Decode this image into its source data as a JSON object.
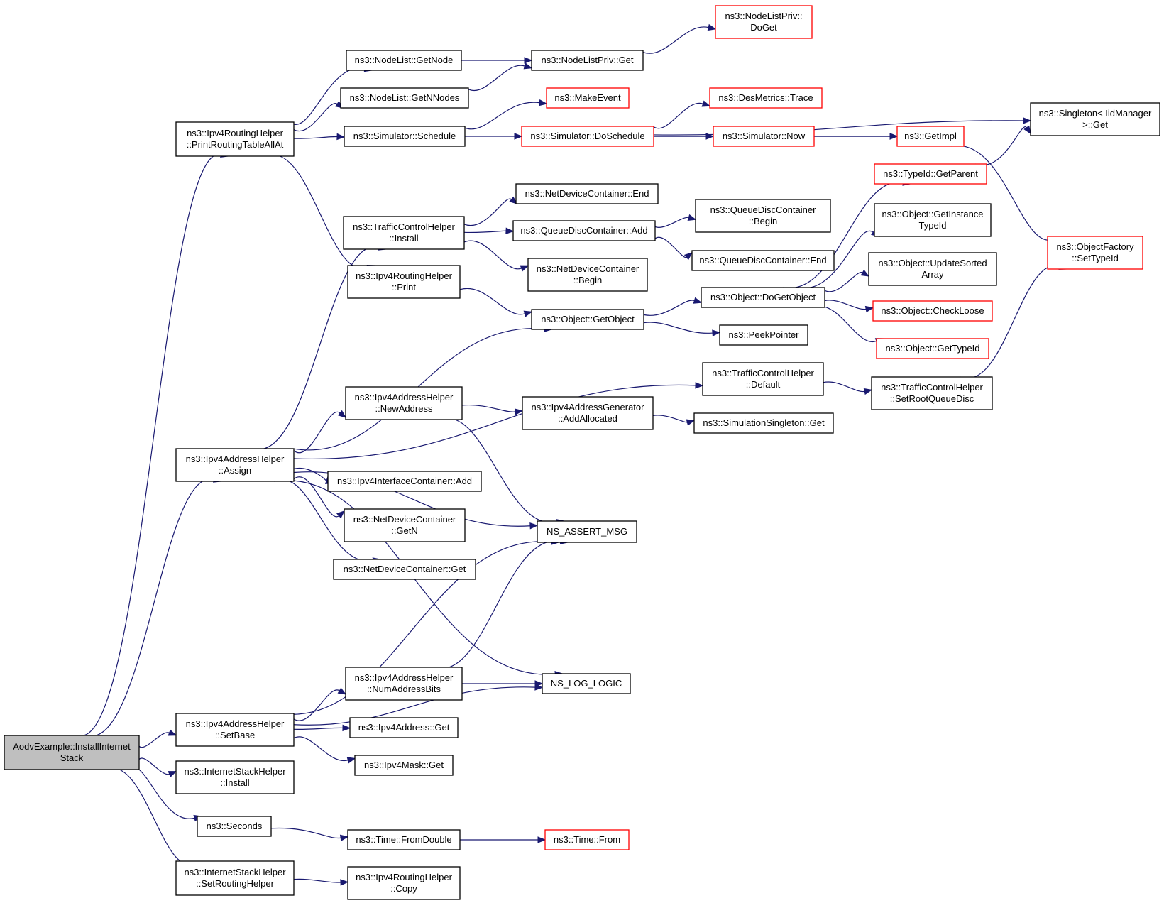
{
  "colors": {
    "edge": "#191970",
    "border_normal": "#000000",
    "border_truncated": "#ff0000",
    "root_fill": "#bfbfbf",
    "node_fill": "#ffffff"
  },
  "nodes": [
    {
      "id": "aodv_install",
      "lines": [
        "AodvExample::InstallInternet",
        "Stack"
      ],
      "style": "root"
    },
    {
      "id": "ipv4rh_printall",
      "lines": [
        "ns3::Ipv4RoutingHelper",
        "::PrintRoutingTableAllAt"
      ],
      "style": "normal"
    },
    {
      "id": "ipv4ah_assign",
      "lines": [
        "ns3::Ipv4AddressHelper",
        "::Assign"
      ],
      "style": "normal"
    },
    {
      "id": "ipv4ah_setbase",
      "lines": [
        "ns3::Ipv4AddressHelper",
        "::SetBase"
      ],
      "style": "normal"
    },
    {
      "id": "ish_install",
      "lines": [
        "ns3::InternetStackHelper",
        "::Install"
      ],
      "style": "normal"
    },
    {
      "id": "seconds",
      "lines": [
        "ns3::Seconds"
      ],
      "style": "normal"
    },
    {
      "id": "ish_setrouting",
      "lines": [
        "ns3::InternetStackHelper",
        "::SetRoutingHelper"
      ],
      "style": "normal"
    },
    {
      "id": "nodelist_getnode",
      "lines": [
        "ns3::NodeList::GetNode"
      ],
      "style": "normal"
    },
    {
      "id": "nodelist_getnnodes",
      "lines": [
        "ns3::NodeList::GetNNodes"
      ],
      "style": "normal"
    },
    {
      "id": "sim_schedule",
      "lines": [
        "ns3::Simulator::Schedule"
      ],
      "style": "normal"
    },
    {
      "id": "tch_install",
      "lines": [
        "ns3::TrafficControlHelper",
        "::Install"
      ],
      "style": "normal"
    },
    {
      "id": "ipv4rh_print",
      "lines": [
        "ns3::Ipv4RoutingHelper",
        "::Print"
      ],
      "style": "normal"
    },
    {
      "id": "ipv4ah_newaddress",
      "lines": [
        "ns3::Ipv4AddressHelper",
        "::NewAddress"
      ],
      "style": "normal"
    },
    {
      "id": "ipv4ic_add",
      "lines": [
        "ns3::Ipv4InterfaceContainer::Add"
      ],
      "style": "normal"
    },
    {
      "id": "ndc_getn",
      "lines": [
        "ns3::NetDeviceContainer",
        "::GetN"
      ],
      "style": "normal"
    },
    {
      "id": "ndc_get",
      "lines": [
        "ns3::NetDeviceContainer::Get"
      ],
      "style": "normal"
    },
    {
      "id": "ipv4ah_numaddrbits",
      "lines": [
        "ns3::Ipv4AddressHelper",
        "::NumAddressBits"
      ],
      "style": "normal"
    },
    {
      "id": "ipv4addr_get",
      "lines": [
        "ns3::Ipv4Address::Get"
      ],
      "style": "normal"
    },
    {
      "id": "ipv4mask_get",
      "lines": [
        "ns3::Ipv4Mask::Get"
      ],
      "style": "normal"
    },
    {
      "id": "time_fromdouble",
      "lines": [
        "ns3::Time::FromDouble"
      ],
      "style": "normal"
    },
    {
      "id": "ipv4rh_copy",
      "lines": [
        "ns3::Ipv4RoutingHelper",
        "::Copy"
      ],
      "style": "normal"
    },
    {
      "id": "nodelistpriv_get",
      "lines": [
        "ns3::NodeListPriv::Get"
      ],
      "style": "normal"
    },
    {
      "id": "makeevent",
      "lines": [
        "ns3::MakeEvent"
      ],
      "style": "truncated"
    },
    {
      "id": "sim_doschedule",
      "lines": [
        "ns3::Simulator::DoSchedule"
      ],
      "style": "truncated"
    },
    {
      "id": "ndc_end",
      "lines": [
        "ns3::NetDeviceContainer::End"
      ],
      "style": "normal"
    },
    {
      "id": "qdc_add",
      "lines": [
        "ns3::QueueDiscContainer::Add"
      ],
      "style": "normal"
    },
    {
      "id": "ndc_begin",
      "lines": [
        "ns3::NetDeviceContainer",
        "::Begin"
      ],
      "style": "normal"
    },
    {
      "id": "object_getobject",
      "lines": [
        "ns3::Object::GetObject"
      ],
      "style": "normal"
    },
    {
      "id": "ipv4ag_addallocated",
      "lines": [
        "ns3::Ipv4AddressGenerator",
        "::AddAllocated"
      ],
      "style": "normal"
    },
    {
      "id": "ns_assert_msg",
      "lines": [
        "NS_ASSERT_MSG"
      ],
      "style": "normal"
    },
    {
      "id": "ns_log_logic",
      "lines": [
        "NS_LOG_LOGIC"
      ],
      "style": "normal"
    },
    {
      "id": "time_from",
      "lines": [
        "ns3::Time::From"
      ],
      "style": "truncated"
    },
    {
      "id": "nodelistpriv_doget",
      "lines": [
        "ns3::NodeListPriv::",
        "DoGet"
      ],
      "style": "truncated"
    },
    {
      "id": "desmetrics_trace",
      "lines": [
        "ns3::DesMetrics::Trace"
      ],
      "style": "truncated"
    },
    {
      "id": "sim_now",
      "lines": [
        "ns3::Simulator::Now"
      ],
      "style": "truncated"
    },
    {
      "id": "qdc_begin",
      "lines": [
        "ns3::QueueDiscContainer",
        "::Begin"
      ],
      "style": "normal"
    },
    {
      "id": "qdc_end",
      "lines": [
        "ns3::QueueDiscContainer::End"
      ],
      "style": "normal"
    },
    {
      "id": "object_dogetobject",
      "lines": [
        "ns3::Object::DoGetObject"
      ],
      "style": "normal"
    },
    {
      "id": "peekpointer",
      "lines": [
        "ns3::PeekPointer"
      ],
      "style": "normal"
    },
    {
      "id": "tch_default",
      "lines": [
        "ns3::TrafficControlHelper",
        "::Default"
      ],
      "style": "normal"
    },
    {
      "id": "simsingleton_get",
      "lines": [
        "ns3::SimulationSingleton::Get"
      ],
      "style": "normal"
    },
    {
      "id": "getimpl",
      "lines": [
        "ns3::GetImpl"
      ],
      "style": "truncated"
    },
    {
      "id": "typeid_getparent",
      "lines": [
        "ns3::TypeId::GetParent"
      ],
      "style": "truncated"
    },
    {
      "id": "object_getinstancetypeid",
      "lines": [
        "ns3::Object::GetInstance",
        "TypeId"
      ],
      "style": "normal"
    },
    {
      "id": "object_updatesortedarray",
      "lines": [
        "ns3::Object::UpdateSorted",
        "Array"
      ],
      "style": "normal"
    },
    {
      "id": "object_checkloose",
      "lines": [
        "ns3::Object::CheckLoose"
      ],
      "style": "truncated"
    },
    {
      "id": "object_gettypeid",
      "lines": [
        "ns3::Object::GetTypeId"
      ],
      "style": "truncated"
    },
    {
      "id": "tch_setrootqueuedisc",
      "lines": [
        "ns3::TrafficControlHelper",
        "::SetRootQueueDisc"
      ],
      "style": "normal"
    },
    {
      "id": "singleton_iidmanager_get",
      "lines": [
        "ns3::Singleton< IidManager",
        " >::Get"
      ],
      "style": "normal"
    },
    {
      "id": "objectfactory_settypeid",
      "lines": [
        "ns3::ObjectFactory",
        "::SetTypeId"
      ],
      "style": "truncated"
    }
  ],
  "edges": [
    [
      "aodv_install",
      "ipv4rh_printall"
    ],
    [
      "aodv_install",
      "ipv4ah_assign"
    ],
    [
      "aodv_install",
      "ipv4ah_setbase"
    ],
    [
      "aodv_install",
      "ish_install"
    ],
    [
      "aodv_install",
      "seconds"
    ],
    [
      "aodv_install",
      "ish_setrouting"
    ],
    [
      "ipv4rh_printall",
      "nodelist_getnode"
    ],
    [
      "ipv4rh_printall",
      "nodelist_getnnodes"
    ],
    [
      "ipv4rh_printall",
      "sim_schedule"
    ],
    [
      "ipv4rh_printall",
      "ipv4rh_print"
    ],
    [
      "nodelist_getnode",
      "nodelistpriv_get"
    ],
    [
      "nodelist_getnnodes",
      "nodelistpriv_get"
    ],
    [
      "nodelistpriv_get",
      "nodelistpriv_doget"
    ],
    [
      "sim_schedule",
      "makeevent"
    ],
    [
      "sim_schedule",
      "sim_doschedule"
    ],
    [
      "sim_doschedule",
      "singleton_iidmanager_get"
    ],
    [
      "sim_doschedule",
      "desmetrics_trace"
    ],
    [
      "sim_doschedule",
      "sim_now"
    ],
    [
      "sim_doschedule",
      "getimpl"
    ],
    [
      "sim_now",
      "getimpl"
    ],
    [
      "getimpl",
      "objectfactory_settypeid"
    ],
    [
      "ipv4rh_print",
      "object_getobject"
    ],
    [
      "ipv4ah_assign",
      "tch_install"
    ],
    [
      "ipv4ah_assign",
      "object_getobject"
    ],
    [
      "ipv4ah_assign",
      "tch_default"
    ],
    [
      "ipv4ah_assign",
      "ipv4ah_newaddress"
    ],
    [
      "ipv4ah_assign",
      "ns_assert_msg"
    ],
    [
      "ipv4ah_assign",
      "ipv4ic_add"
    ],
    [
      "ipv4ah_assign",
      "ndc_getn"
    ],
    [
      "ipv4ah_assign",
      "ndc_get"
    ],
    [
      "ipv4ah_assign",
      "ns_log_logic"
    ],
    [
      "tch_install",
      "ndc_end"
    ],
    [
      "tch_install",
      "qdc_add"
    ],
    [
      "tch_install",
      "ndc_begin"
    ],
    [
      "qdc_add",
      "qdc_begin"
    ],
    [
      "qdc_add",
      "qdc_end"
    ],
    [
      "object_getobject",
      "object_dogetobject"
    ],
    [
      "object_getobject",
      "peekpointer"
    ],
    [
      "object_dogetobject",
      "typeid_getparent"
    ],
    [
      "object_dogetobject",
      "object_getinstancetypeid"
    ],
    [
      "object_dogetobject",
      "object_updatesortedarray"
    ],
    [
      "object_dogetobject",
      "object_checkloose"
    ],
    [
      "object_dogetobject",
      "object_gettypeid"
    ],
    [
      "typeid_getparent",
      "singleton_iidmanager_get"
    ],
    [
      "tch_default",
      "tch_setrootqueuedisc"
    ],
    [
      "tch_setrootqueuedisc",
      "objectfactory_settypeid"
    ],
    [
      "ipv4ah_newaddress",
      "ipv4ag_addallocated"
    ],
    [
      "ipv4ah_newaddress",
      "ns_assert_msg"
    ],
    [
      "ipv4ag_addallocated",
      "simsingleton_get"
    ],
    [
      "ipv4ah_setbase",
      "ns_assert_msg"
    ],
    [
      "ipv4ah_setbase",
      "ipv4ah_numaddrbits"
    ],
    [
      "ipv4ah_setbase",
      "ipv4addr_get"
    ],
    [
      "ipv4ah_setbase",
      "ipv4mask_get"
    ],
    [
      "ipv4ah_setbase",
      "ns_log_logic"
    ],
    [
      "ipv4ah_numaddrbits",
      "ns_assert_msg"
    ],
    [
      "ipv4ah_numaddrbits",
      "ns_log_logic"
    ],
    [
      "seconds",
      "time_fromdouble"
    ],
    [
      "time_fromdouble",
      "time_from"
    ],
    [
      "ish_setrouting",
      "ipv4rh_copy"
    ]
  ]
}
